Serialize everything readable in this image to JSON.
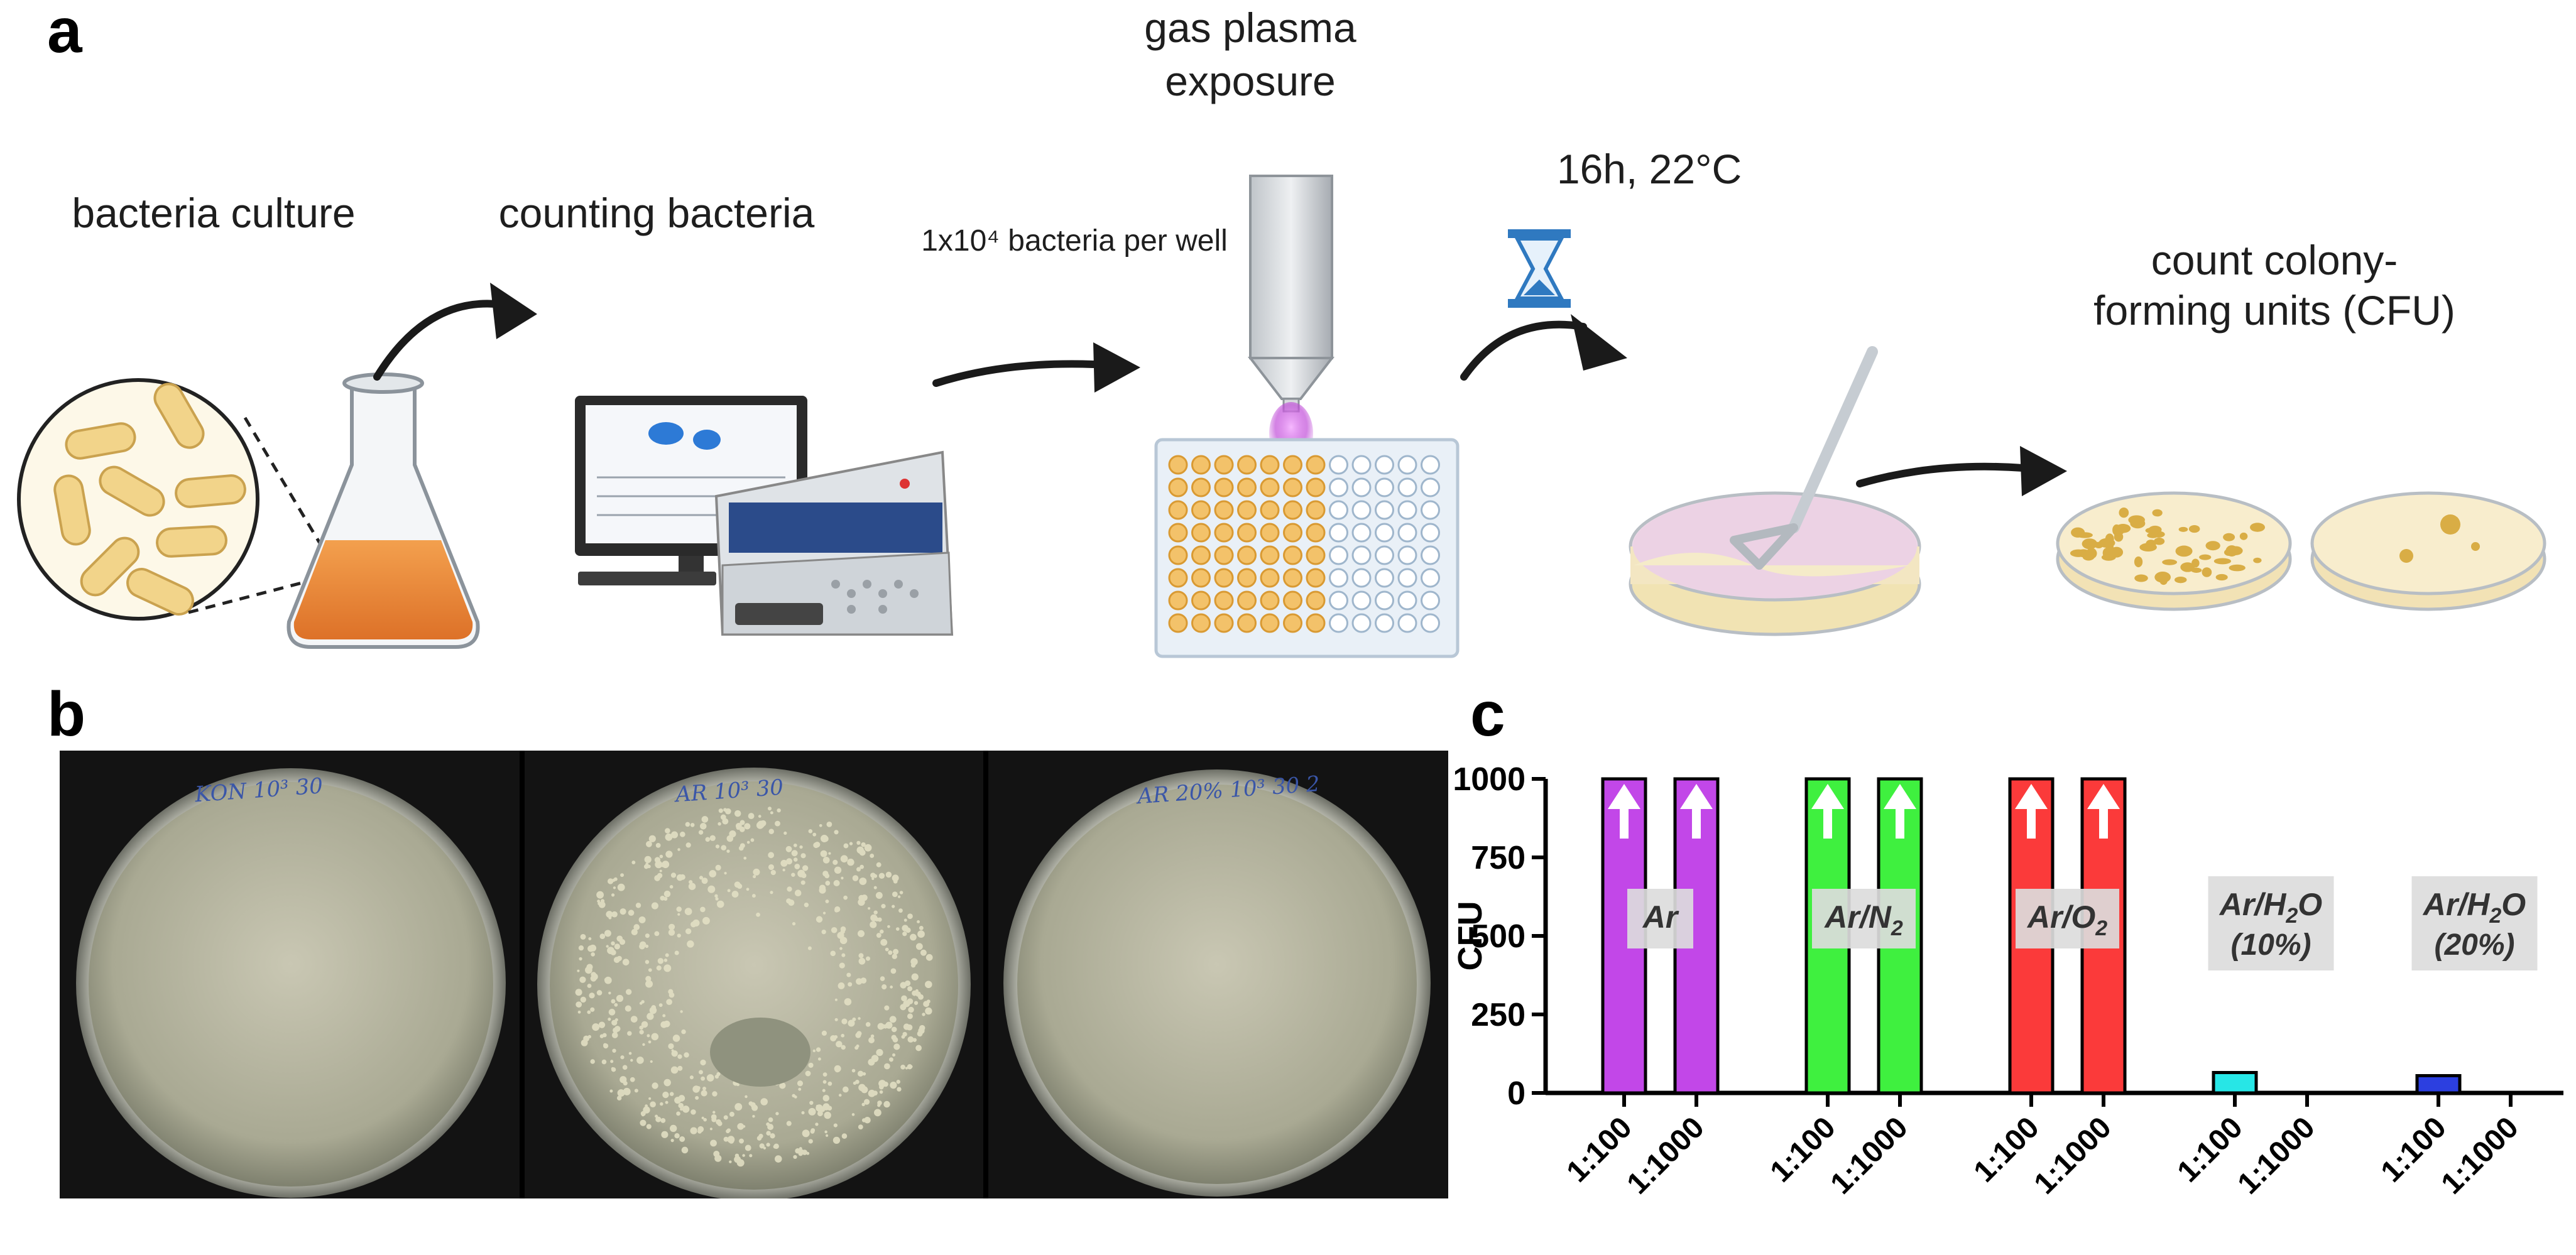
{
  "panel_a": {
    "letter": "a",
    "steps": {
      "culture": "bacteria culture",
      "counting": "counting bacteria",
      "per_well": "1x10⁴ bacteria per well",
      "plasma_line1": "gas plasma",
      "plasma_line2": "exposure",
      "incubation": "16h, 22°C",
      "cfu_line1": "count colony-",
      "cfu_line2": "forming units (CFU)"
    },
    "icons": [
      "bacteria-circle-icon",
      "flask-icon",
      "flow-cytometer-icon",
      "plasma-jet-icon",
      "well-plate-icon",
      "hourglass-icon",
      "petri-dish-spreader-icon",
      "petri-dish-colonies-icon"
    ],
    "colors": {
      "flask_liquid": "#e8873a",
      "bacteria": "#f2d48a",
      "wells": "#f3c26a",
      "plasma": "#c04dd8",
      "hourglass": "#3a88c8"
    }
  },
  "panel_b": {
    "letter": "b",
    "plates": [
      {
        "handwriting": "KON 10³ 30"
      },
      {
        "handwriting": "AR 10³ 30"
      },
      {
        "handwriting": "AR 20% 10³ 30 2"
      }
    ]
  },
  "panel_c": {
    "letter": "c",
    "chart_data": {
      "type": "bar",
      "ylabel": "CFU",
      "ylim": [
        0,
        1000
      ],
      "yticks": [
        0,
        250,
        500,
        750,
        1000
      ],
      "groups": [
        {
          "label": "Ar",
          "color": "#c247e8",
          "categories": [
            "1:100",
            "1:1000"
          ],
          "values": [
            1000,
            1000
          ],
          "exceeds_axis": [
            true,
            true
          ]
        },
        {
          "label": "Ar/N",
          "sub": "2",
          "color": "#3ff03f",
          "categories": [
            "1:100",
            "1:1000"
          ],
          "values": [
            1000,
            1000
          ],
          "exceeds_axis": [
            true,
            true
          ]
        },
        {
          "label": "Ar/O",
          "sub": "2",
          "color": "#fb3a3a",
          "categories": [
            "1:100",
            "1:1000"
          ],
          "values": [
            1000,
            1000
          ],
          "exceeds_axis": [
            true,
            true
          ]
        },
        {
          "label": "Ar/H",
          "sub": "2",
          "tail": "O",
          "label2": "(10%)",
          "color": "#27e6e6",
          "categories": [
            "1:100",
            "1:1000"
          ],
          "values": [
            65,
            0
          ],
          "exceeds_axis": [
            false,
            false
          ]
        },
        {
          "label": "Ar/H",
          "sub": "2",
          "tail": "O",
          "label2": "(20%)",
          "color": "#2c3fe0",
          "categories": [
            "1:100",
            "1:1000"
          ],
          "values": [
            55,
            0
          ],
          "exceeds_axis": [
            false,
            false
          ]
        }
      ]
    }
  }
}
